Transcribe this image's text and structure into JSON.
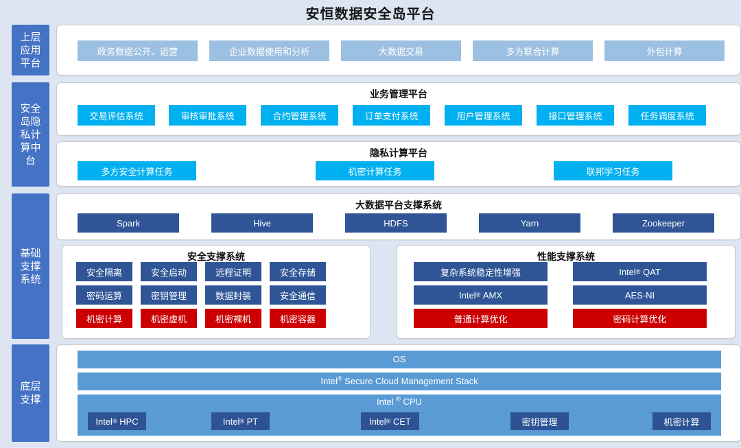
{
  "title": "安恒数据安全岛平台",
  "colors": {
    "background": "#dde5f2",
    "sidebar": "#4472c4",
    "light_blue": "#9cc0e2",
    "cyan": "#00b0f0",
    "navy": "#2f5597",
    "red": "#cc0000",
    "mid_blue": "#5b9bd5",
    "card": "#ffffff"
  },
  "sidebar": {
    "items": [
      {
        "label": "上层应用平台"
      },
      {
        "label": "安全岛隐私计算中台"
      },
      {
        "label": "基础支撑系统"
      },
      {
        "label": "底层支撑"
      }
    ]
  },
  "layers": {
    "application_platform": {
      "items": [
        "政务数据公开、运营",
        "企业数据使用和分析",
        "大数据交易",
        "多方联合计算",
        "外包计算"
      ]
    },
    "business_management_platform": {
      "title": "业务管理平台",
      "items": [
        "交易评估系统",
        "审核审批系统",
        "合约管理系统",
        "订单支付系统",
        "用户管理系统",
        "接口管理系统",
        "任务调度系统"
      ]
    },
    "privacy_computing_platform": {
      "title": "隐私计算平台",
      "items": [
        "多方安全计算任务",
        "机密计算任务",
        "联邦学习任务"
      ]
    },
    "bigdata_platform": {
      "title": "大数据平台支撑系统",
      "items": [
        "Spark",
        "Hive",
        "HDFS",
        "Yarn",
        "Zookeeper"
      ]
    },
    "security_support_system": {
      "title": "安全支撑系统",
      "rows": [
        {
          "style": "navy",
          "items": [
            "安全隔离",
            "安全启动",
            "远程证明",
            "安全存储"
          ]
        },
        {
          "style": "navy",
          "items": [
            "密码运算",
            "密钥管理",
            "数据封装",
            "安全通信"
          ]
        },
        {
          "style": "red",
          "items": [
            "机密计算",
            "机密虚机",
            "机密裸机",
            "机密容器"
          ]
        }
      ]
    },
    "performance_support_system": {
      "title": "性能支撑系统",
      "rows": [
        {
          "style": "navy",
          "items": [
            "复杂系统稳定性增强",
            "Intel® QAT"
          ]
        },
        {
          "style": "navy",
          "items": [
            "Intel® AMX",
            "AES-NI"
          ]
        },
        {
          "style": "red",
          "items": [
            "普通计算优化",
            "密码计算优化"
          ]
        }
      ]
    },
    "bottom_support": {
      "bands": [
        {
          "label": "OS",
          "align": "center"
        },
        {
          "label": "Intel® Secure Cloud Management Stack",
          "align": "center"
        },
        {
          "label": "Intel ® CPU",
          "align": "center"
        }
      ],
      "cpu_features": [
        "Intel® HPC",
        "Intel® PT",
        "Intel ® CET",
        "密钥管理",
        "机密计算"
      ]
    }
  }
}
